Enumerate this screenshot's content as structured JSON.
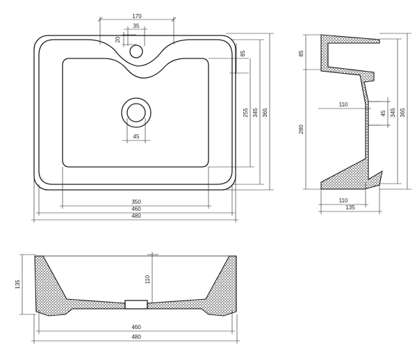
{
  "top_view": {
    "dim_top_width": "170",
    "dim_tap_hole": "35",
    "dim_hole_offset": "20",
    "dim_deck_depth": "85",
    "dim_bowl_depth": "255",
    "dim_inner_depth": "345",
    "dim_outer_depth": "365",
    "dim_drain": "45",
    "dim_bowl_width": "350",
    "dim_inner_width": "460",
    "dim_outer_width": "480"
  },
  "side_view": {
    "dim_deck": "85",
    "dim_height": "280",
    "dim_drain_offset": "110",
    "dim_drain_dia": "45",
    "dim_inner_depth": "345",
    "dim_outer_depth": "365",
    "dim_base_inner": "110",
    "dim_base_outer": "135"
  },
  "front_view": {
    "dim_height": "135",
    "dim_inner_height": "110",
    "dim_inner_width": "460",
    "dim_outer_width": "480"
  }
}
